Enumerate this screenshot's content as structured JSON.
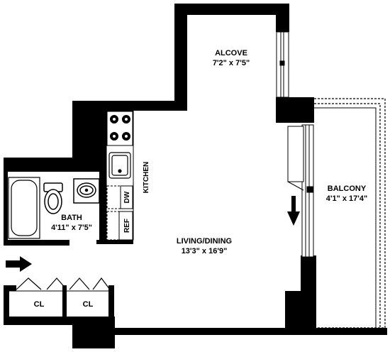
{
  "rooms": {
    "alcove": {
      "name": "ALCOVE",
      "dims": "7'2\" x 7'5\""
    },
    "living_dining": {
      "name": "LIVING/DINING",
      "dims": "13'3\" x 16'9\""
    },
    "balcony": {
      "name": "BALCONY",
      "dims": "4'1\" x 17'4\""
    },
    "bath": {
      "name": "BATH",
      "dims": "4'11\" x 7'5\""
    },
    "kitchen": {
      "name": "KITCHEN"
    }
  },
  "appliances": {
    "dishwasher": "DW",
    "refrigerator": "REF"
  },
  "closets": [
    {
      "name": "CL"
    },
    {
      "name": "CL"
    }
  ],
  "colors": {
    "wall": "#000000",
    "background": "#ffffff",
    "fixture": "#000000"
  },
  "icons": {
    "entry": "entry-arrow-icon",
    "balcony_door": "door-arrow-icon"
  }
}
